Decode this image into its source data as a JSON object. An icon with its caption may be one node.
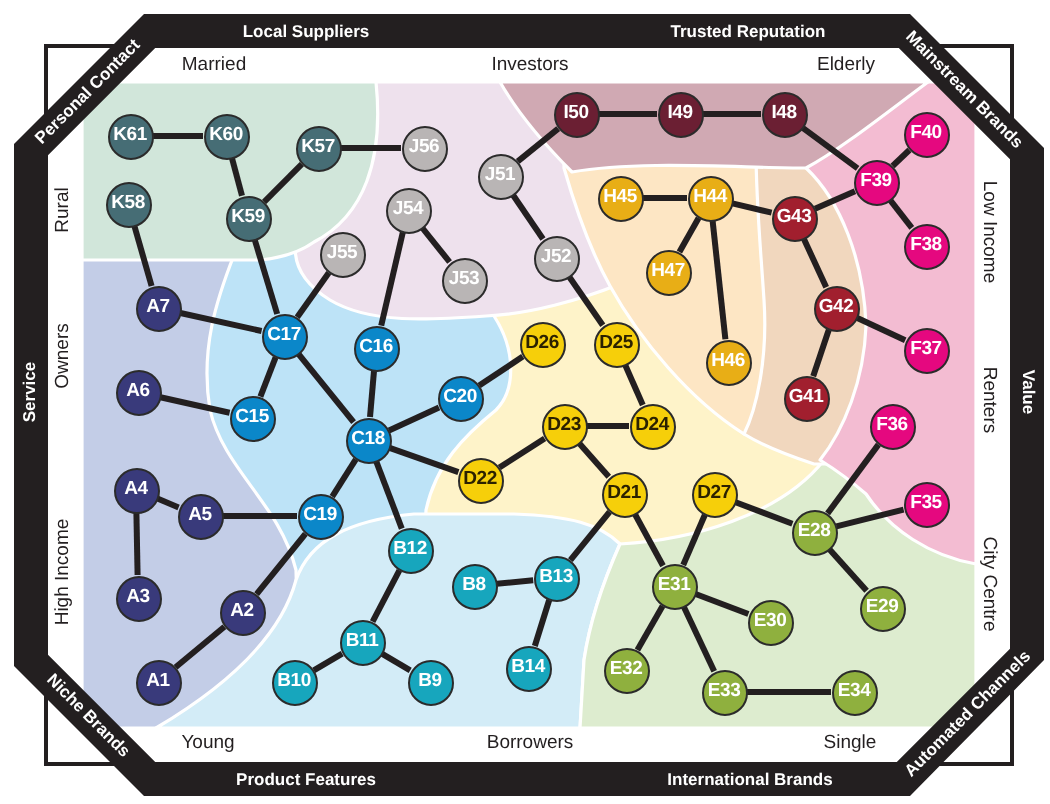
{
  "diagram": {
    "nodes": [
      {
        "text": [
          "K61"
        ]
      },
      {
        "text": [
          "K60"
        ]
      },
      {
        "text": [
          "I50"
        ]
      },
      {
        "text": [
          "I49"
        ]
      },
      {
        "text": [
          "I48"
        ]
      },
      {
        "text": [
          "F40"
        ]
      },
      {
        "text": [
          "K57"
        ]
      },
      {
        "text": [
          "J56"
        ]
      },
      {
        "text": [
          "J51"
        ]
      },
      {
        "text": [
          "F39"
        ]
      },
      {
        "text": [
          "H45"
        ]
      },
      {
        "text": [
          "H44"
        ]
      },
      {
        "text": [
          "K58"
        ]
      },
      {
        "text": [
          "J54"
        ]
      },
      {
        "text": [
          "K59"
        ]
      },
      {
        "text": [
          "G43"
        ]
      },
      {
        "text": [
          "F38"
        ]
      },
      {
        "text": [
          "J55"
        ]
      },
      {
        "text": [
          "J52"
        ]
      },
      {
        "text": [
          "H47"
        ]
      },
      {
        "text": [
          "J53"
        ]
      },
      {
        "text": [
          "A7"
        ]
      },
      {
        "text": [
          "G42"
        ]
      },
      {
        "text": [
          "C17"
        ]
      },
      {
        "text": [
          "D26"
        ]
      },
      {
        "text": [
          "D25"
        ]
      },
      {
        "text": [
          "C16"
        ]
      },
      {
        "text": [
          "F37"
        ]
      },
      {
        "text": [
          "H46"
        ]
      },
      {
        "text": [
          "A6"
        ]
      },
      {
        "text": [
          "C20"
        ]
      },
      {
        "text": [
          "G41"
        ]
      },
      {
        "text": [
          "C15"
        ]
      },
      {
        "text": [
          "D23"
        ]
      },
      {
        "text": [
          "D24"
        ]
      },
      {
        "text": [
          "F36"
        ]
      },
      {
        "text": [
          "C18"
        ]
      },
      {
        "text": [
          "D22"
        ]
      },
      {
        "text": [
          "A4"
        ]
      },
      {
        "text": [
          "D21"
        ]
      },
      {
        "text": [
          "D27"
        ]
      },
      {
        "text": [
          "F35"
        ]
      },
      {
        "text": [
          "A5"
        ]
      },
      {
        "text": [
          "C19"
        ]
      },
      {
        "text": [
          "E28"
        ]
      },
      {
        "text": [
          "B12"
        ]
      },
      {
        "text": [
          "B13"
        ]
      },
      {
        "text": [
          "B8"
        ]
      },
      {
        "text": [
          "E31"
        ]
      },
      {
        "text": [
          "A3"
        ]
      },
      {
        "text": [
          "E29"
        ]
      },
      {
        "text": [
          "A2"
        ]
      },
      {
        "text": [
          "E30"
        ]
      },
      {
        "text": [
          "B11"
        ]
      },
      {
        "text": [
          "B14"
        ]
      },
      {
        "text": [
          "E32"
        ]
      },
      {
        "text": [
          "A1"
        ]
      },
      {
        "text": [
          "B10"
        ]
      },
      {
        "text": [
          "B9"
        ]
      },
      {
        "text": [
          "E33"
        ]
      },
      {
        "text": [
          "E34"
        ]
      }
    ],
    "edges": [
      {
        "from": 0,
        "to": 1,
        "arrow": "none"
      },
      {
        "from": 1,
        "to": 14,
        "arrow": "none"
      },
      {
        "from": 6,
        "to": 14,
        "arrow": "none"
      },
      {
        "from": 6,
        "to": 7,
        "arrow": "none"
      },
      {
        "from": 12,
        "to": 21,
        "arrow": "none"
      },
      {
        "from": 14,
        "to": 23,
        "arrow": "none"
      },
      {
        "from": 21,
        "to": 23,
        "arrow": "none"
      },
      {
        "from": 17,
        "to": 23,
        "arrow": "none"
      },
      {
        "from": 23,
        "to": 32,
        "arrow": "none"
      },
      {
        "from": 23,
        "to": 36,
        "arrow": "none"
      },
      {
        "from": 29,
        "to": 32,
        "arrow": "none"
      },
      {
        "from": 13,
        "to": 26,
        "arrow": "none"
      },
      {
        "from": 13,
        "to": 20,
        "arrow": "none"
      },
      {
        "from": 26,
        "to": 36,
        "arrow": "none"
      },
      {
        "from": 30,
        "to": 36,
        "arrow": "none"
      },
      {
        "from": 30,
        "to": 24,
        "arrow": "none"
      },
      {
        "from": 36,
        "to": 37,
        "arrow": "none"
      },
      {
        "from": 36,
        "to": 43,
        "arrow": "none"
      },
      {
        "from": 36,
        "to": 45,
        "arrow": "none"
      },
      {
        "from": 38,
        "to": 42,
        "arrow": "none"
      },
      {
        "from": 38,
        "to": 49,
        "arrow": "none"
      },
      {
        "from": 42,
        "to": 43,
        "arrow": "none"
      },
      {
        "from": 43,
        "to": 51,
        "arrow": "none"
      },
      {
        "from": 51,
        "to": 56,
        "arrow": "none"
      },
      {
        "from": 45,
        "to": 53,
        "arrow": "none"
      },
      {
        "from": 53,
        "to": 57,
        "arrow": "none"
      },
      {
        "from": 53,
        "to": 58,
        "arrow": "none"
      },
      {
        "from": 47,
        "to": 46,
        "arrow": "none"
      },
      {
        "from": 46,
        "to": 54,
        "arrow": "none"
      },
      {
        "from": 46,
        "to": 39,
        "arrow": "none"
      },
      {
        "from": 37,
        "to": 33,
        "arrow": "none"
      },
      {
        "from": 33,
        "to": 34,
        "arrow": "none"
      },
      {
        "from": 33,
        "to": 39,
        "arrow": "none"
      },
      {
        "from": 25,
        "to": 34,
        "arrow": "none"
      },
      {
        "from": 18,
        "to": 25,
        "arrow": "none"
      },
      {
        "from": 8,
        "to": 18,
        "arrow": "none"
      },
      {
        "from": 8,
        "to": 2,
        "arrow": "none"
      },
      {
        "from": 2,
        "to": 3,
        "arrow": "none"
      },
      {
        "from": 3,
        "to": 4,
        "arrow": "none"
      },
      {
        "from": 4,
        "to": 9,
        "arrow": "none"
      },
      {
        "from": 9,
        "to": 5,
        "arrow": "none"
      },
      {
        "from": 9,
        "to": 16,
        "arrow": "none"
      },
      {
        "from": 9,
        "to": 15,
        "arrow": "none"
      },
      {
        "from": 10,
        "to": 11,
        "arrow": "none"
      },
      {
        "from": 11,
        "to": 19,
        "arrow": "none"
      },
      {
        "from": 11,
        "to": 28,
        "arrow": "none"
      },
      {
        "from": 11,
        "to": 15,
        "arrow": "none"
      },
      {
        "from": 15,
        "to": 22,
        "arrow": "none"
      },
      {
        "from": 22,
        "to": 27,
        "arrow": "none"
      },
      {
        "from": 22,
        "to": 31,
        "arrow": "none"
      },
      {
        "from": 39,
        "to": 48,
        "arrow": "none"
      },
      {
        "from": 40,
        "to": 48,
        "arrow": "none"
      },
      {
        "from": 40,
        "to": 44,
        "arrow": "none"
      },
      {
        "from": 44,
        "to": 35,
        "arrow": "none"
      },
      {
        "from": 44,
        "to": 41,
        "arrow": "none"
      },
      {
        "from": 44,
        "to": 50,
        "arrow": "none"
      },
      {
        "from": 48,
        "to": 52,
        "arrow": "none"
      },
      {
        "from": 48,
        "to": 55,
        "arrow": "none"
      },
      {
        "from": 48,
        "to": 59,
        "arrow": "none"
      },
      {
        "from": 59,
        "to": 60,
        "arrow": "none"
      }
    ],
    "labels": [
      "Local Suppliers",
      "Trusted Reputation",
      "Personal Contact",
      "Mainstream Brands",
      "Married",
      "Investors",
      "Elderly",
      "Rural",
      "Low Income",
      "Owners",
      "Service",
      "Renters",
      "Value",
      "High Income",
      "City Centre",
      "Niche Brands",
      "Automated Channels",
      "Young",
      "Borrowers",
      "Single",
      "Product Features",
      "International Brands"
    ]
  }
}
